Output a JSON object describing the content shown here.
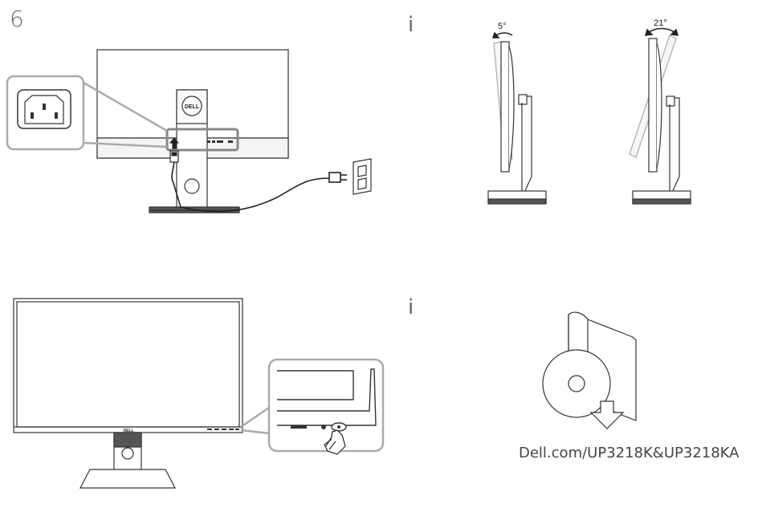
{
  "step": {
    "number": "6"
  },
  "info": {
    "top_marker": "i",
    "bottom_marker": "i"
  },
  "tilt": {
    "forward_angle": "5°",
    "backward_angle": "21°"
  },
  "documentation": {
    "url": "Dell.com/UP3218K&UP3218KA"
  },
  "logo": {
    "brand": "DELL"
  }
}
